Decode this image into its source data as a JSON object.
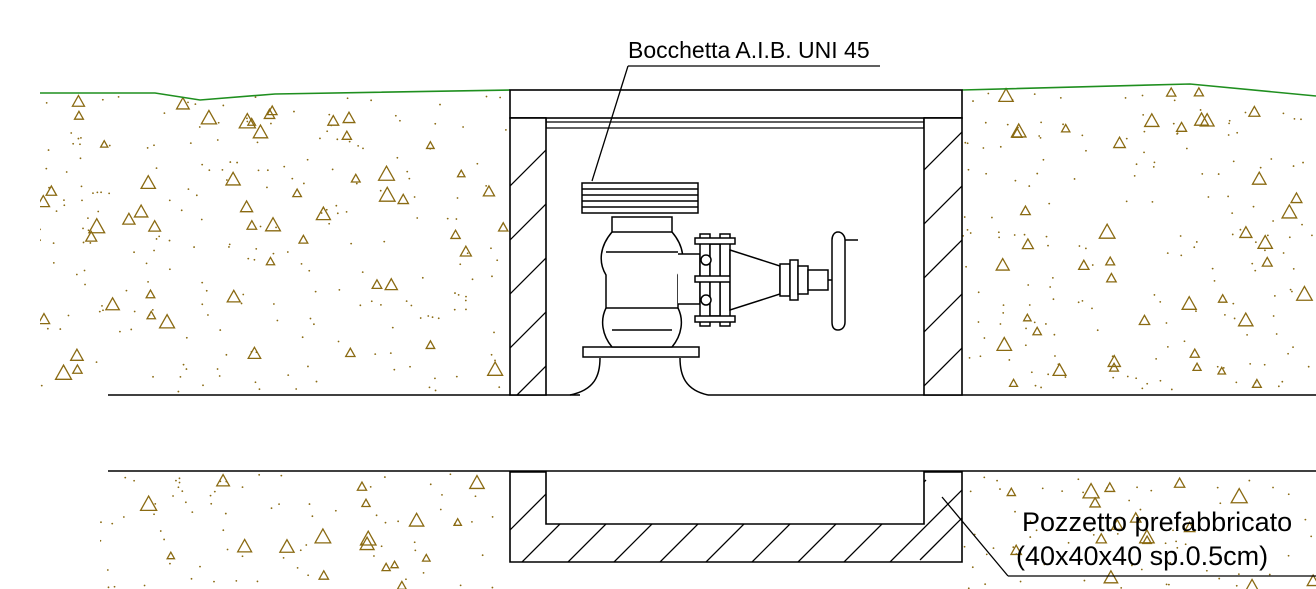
{
  "labels": {
    "valve": "Bocchetta A.I.B. UNI 45",
    "well_line1": "Pozzetto prefabbricato",
    "well_line2": "(40x40x40 sp.0.5cm)"
  },
  "colors": {
    "grass": "#1f8f1f",
    "aggregate": "#8a6a12",
    "line": "#000000",
    "background": "#ffffff"
  }
}
